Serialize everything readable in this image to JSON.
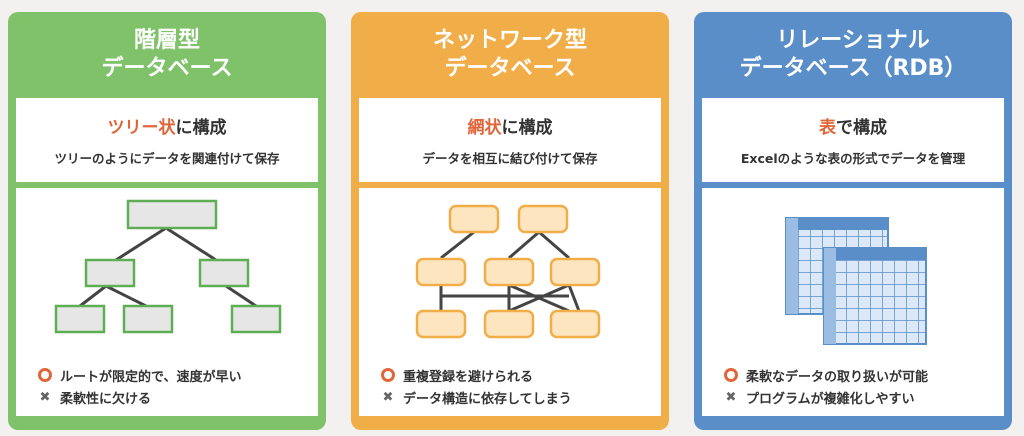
{
  "cards": [
    {
      "title1": "階層型",
      "title2": "データベース",
      "desc_hl": "ツリー状",
      "desc_rest": "に構成",
      "desc_sub": "ツリーのようにデータを関連付けて保存",
      "pro": "ルートが限定的で、速度が早い",
      "con": "柔軟性に欠ける"
    },
    {
      "title1": "ネットワーク型",
      "title2": "データベース",
      "desc_hl": "網状",
      "desc_rest": "に構成",
      "desc_sub": "データを相互に結び付けて保存",
      "pro": "重複登録を避けられる",
      "con": "データ構造に依存してしまう"
    },
    {
      "title1": "リレーショナル",
      "title2": "データベース（RDB）",
      "desc_hl": "表",
      "desc_rest": "で構成",
      "desc_sub": "Excelのような表の形式でデータを管理",
      "pro": "柔軟なデータの取り扱いが可能",
      "con": "プログラムが複雑化しやすい"
    }
  ],
  "icons": {
    "pro": "circle-icon",
    "con": "cross-icon"
  },
  "colors": {
    "hierarchical": "#80c26a",
    "network": "#f1ad48",
    "relational": "#5a8ec9",
    "highlight": "#e0663a"
  }
}
